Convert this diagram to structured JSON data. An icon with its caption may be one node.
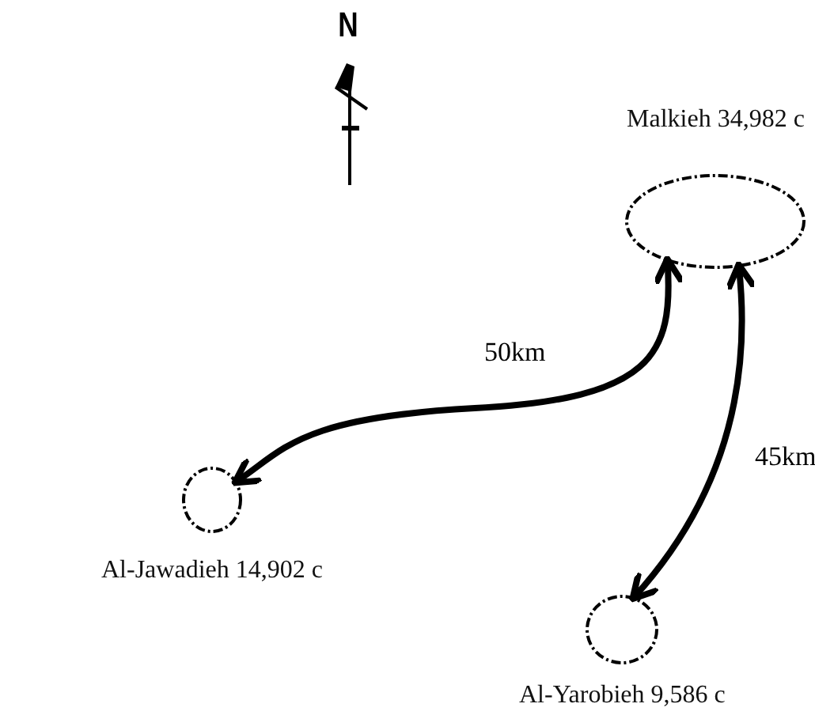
{
  "diagram": {
    "nodes": [
      {
        "text": [
          "Malkieh 34,982 c"
        ]
      },
      {
        "text": [
          "Al-Jawadieh 14,902 c"
        ]
      },
      {
        "text": [
          "Al-Yarobieh 9,586 c"
        ]
      }
    ],
    "edges": [
      {
        "from": 0,
        "to": 1,
        "arrow": "both",
        "label": "50km"
      },
      {
        "from": 0,
        "to": 2,
        "arrow": "both",
        "label": "45km"
      }
    ],
    "labels": [
      "N"
    ]
  }
}
